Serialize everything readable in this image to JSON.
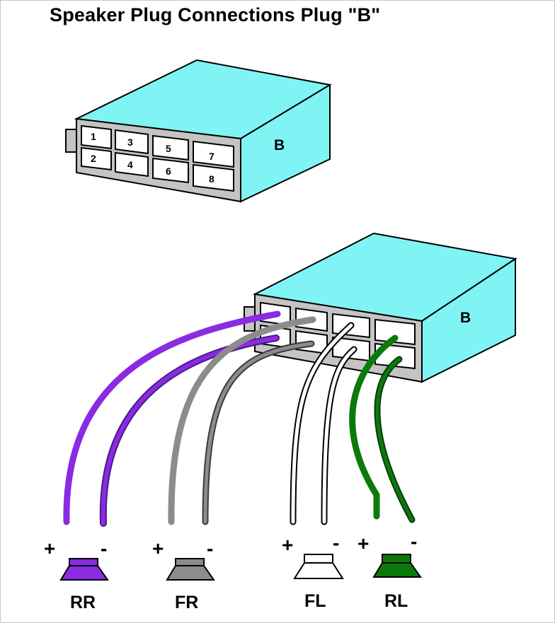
{
  "title": "Speaker Plug Connections Plug \"B\"",
  "colors": {
    "plug_face": "#80f4f4",
    "plug_border": "#000000",
    "latch": "#c4c4c4",
    "pin_box": "#ffffff",
    "rr": "#8a2be2",
    "rr_dark": "#4b1a8a",
    "fr": "#8c8c8c",
    "fr_dark": "#3c3c3c",
    "fl": "#ffffff",
    "rl": "#0b7a0b",
    "rl_dark": "#0a3d0a"
  },
  "plug_top": {
    "letter": "B",
    "pins": [
      "1",
      "3",
      "5",
      "7",
      "2",
      "4",
      "6",
      "8"
    ]
  },
  "plug_bottom": {
    "letter": "B"
  },
  "speakers": [
    {
      "label": "RR",
      "plus": "+",
      "minus": "-",
      "color": "#8a2be2"
    },
    {
      "label": "FR",
      "plus": "+",
      "minus": "-",
      "color": "#8c8c8c"
    },
    {
      "label": "FL",
      "plus": "+",
      "minus": "-",
      "color": "#ffffff"
    },
    {
      "label": "RL",
      "plus": "+",
      "minus": "-",
      "color": "#0b7a0b"
    }
  ]
}
